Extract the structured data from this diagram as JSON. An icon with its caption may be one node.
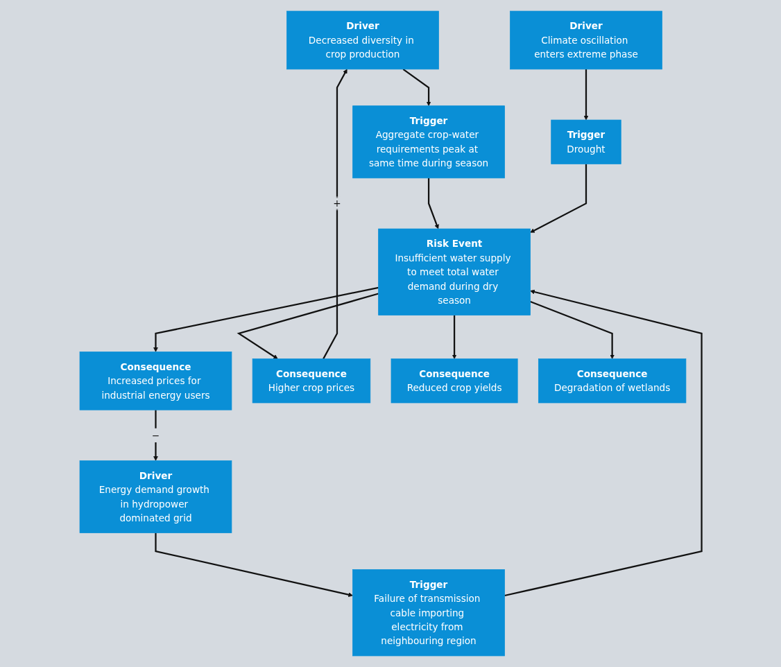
{
  "diagram": {
    "nodes": [
      {
        "text": [
          "Driver",
          "Decreased diversity in crop production"
        ]
      },
      {
        "text": [
          "Driver",
          "Climate oscillation enters extreme phase"
        ]
      },
      {
        "text": [
          "Driver",
          "Energy demand growth in hydropower dominated grid"
        ]
      },
      {
        "text": [
          "Trigger",
          "Aggregate crop-water requirements peak at same time during season"
        ]
      },
      {
        "text": [
          "Trigger",
          "Drought"
        ]
      },
      {
        "text": [
          "Trigger",
          "Failure of transmission cable importing electricity from neighbouring region"
        ]
      },
      {
        "text": [
          "Risk Event",
          "Insufficient water supply to meet total water demand during dry season"
        ]
      },
      {
        "text": [
          "Consequence",
          "Increased prices for industrial energy users"
        ]
      },
      {
        "text": [
          "Consequence",
          "Higher crop prices"
        ]
      },
      {
        "text": [
          "Consequence",
          "Reduced crop yields"
        ]
      },
      {
        "text": [
          "Consequence",
          "Degradation of wetlands"
        ]
      }
    ],
    "edges": [
      {
        "from": 0,
        "to": 3,
        "arrow": "to"
      },
      {
        "from": 1,
        "to": 4,
        "arrow": "to"
      },
      {
        "from": 2,
        "to": 5,
        "arrow": "to"
      },
      {
        "from": 3,
        "to": 6,
        "arrow": "to"
      },
      {
        "from": 4,
        "to": 6,
        "arrow": "to"
      },
      {
        "from": 5,
        "to": 6,
        "arrow": "to"
      },
      {
        "from": 6,
        "to": 7,
        "arrow": "to"
      },
      {
        "from": 6,
        "to": 8,
        "arrow": "to"
      },
      {
        "from": 6,
        "to": 9,
        "arrow": "to"
      },
      {
        "from": 6,
        "to": 10,
        "arrow": "to"
      },
      {
        "from": 8,
        "to": 0,
        "arrow": "to",
        "label": "+"
      },
      {
        "from": 7,
        "to": 2,
        "arrow": "to",
        "label": "−"
      }
    ]
  }
}
